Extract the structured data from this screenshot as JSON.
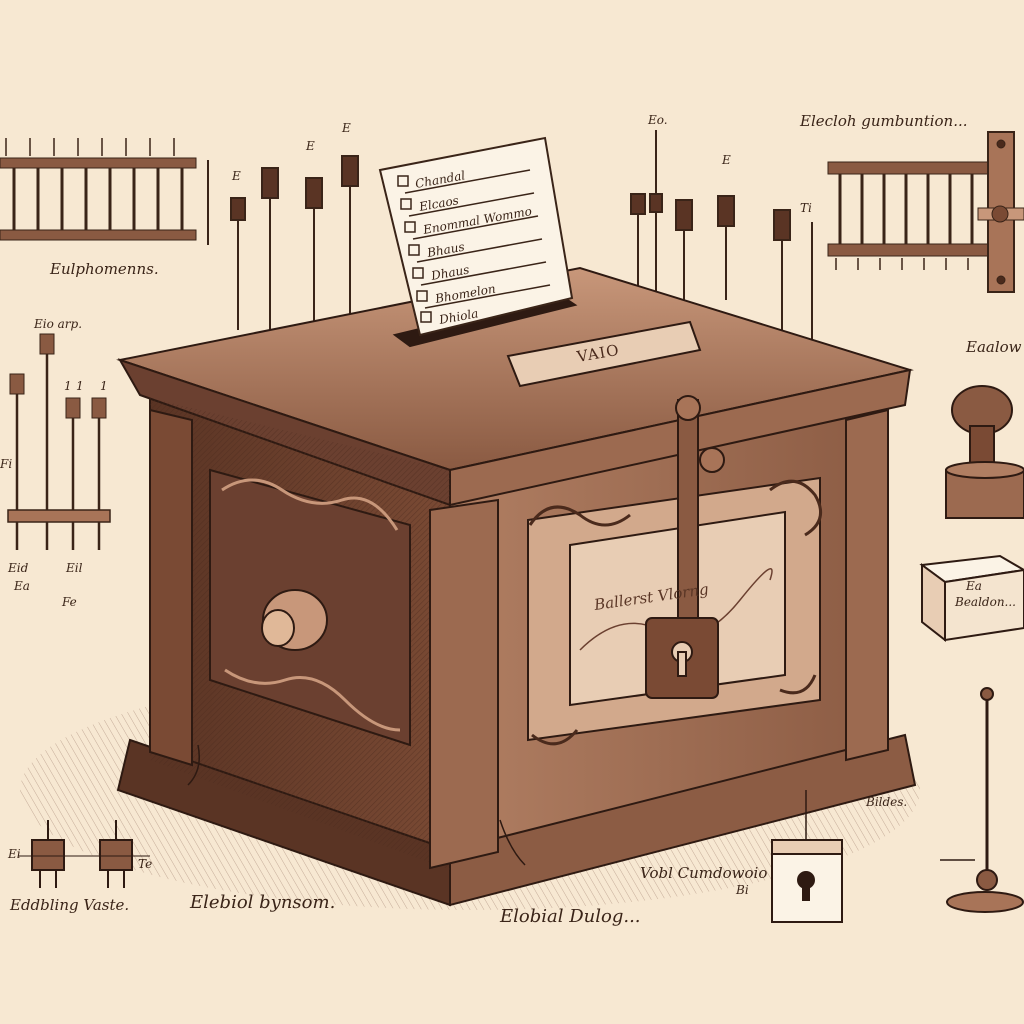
{
  "colors": {
    "paper": "#f7e8d2",
    "ink": "#3a2418",
    "wood_dark": "#4a2a1c",
    "wood_mid": "#7a4a34",
    "wood_light": "#a87458",
    "panel": "#e8cdb4"
  },
  "box": {
    "plate_text": "VAIO",
    "panel_text": "Ballerst Vlorng"
  },
  "ballot": {
    "lines": [
      "Chandal",
      "Elcaos",
      "Enommal Wommo",
      "Bhaus",
      "Dhaus",
      "Bhomelon",
      "Dhiola"
    ]
  },
  "labels": {
    "top_left_caption": "Eulphomenns.",
    "top_right_caption": "Elecloh gumbuntion...",
    "left_rack_top": "Eio  arp.",
    "left_rack_tick_1": "1",
    "left_rack_tick_2": "1",
    "left_rack_tick_3": "1",
    "left_rack_bottom_1": "Eid",
    "left_rack_bottom_2": "Eil",
    "left_rack_bottom_3": "Ea",
    "left_rack_bottom_4": "Fe",
    "left_edge_tick": "Fi",
    "pin_label_1": "E",
    "pin_label_2": "E",
    "pin_label_3": "E",
    "pin_label_4": "Eo.",
    "pin_label_5": "E",
    "pin_label_6": "Ti",
    "right_caption": "Eaalow",
    "right_stamp_box": "Bealdon...",
    "right_stamp_box_top": "Ea",
    "bottom_left_caption": "Eddbling  Vaste.",
    "bottom_left_tick_1": "Ei",
    "bottom_left_tick_2": "Te",
    "bottom_caption_1": "Elebiol  bynsom.",
    "bottom_caption_2": "Elobial  Dulog...",
    "bottom_right_caption": "Vobl Cumdowoio",
    "bottom_right_small": "Bi",
    "right_lower_caption": "Bildes."
  }
}
